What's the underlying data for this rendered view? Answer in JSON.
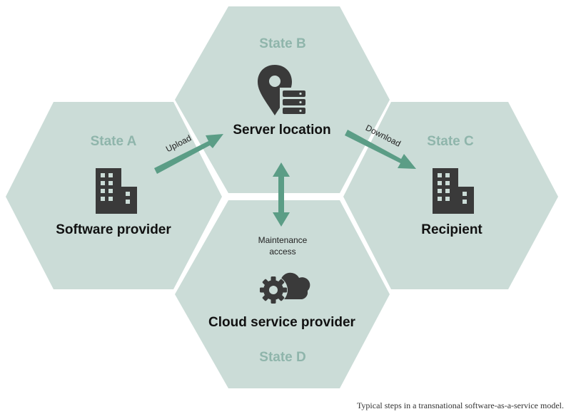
{
  "nodes": {
    "state_a": {
      "state": "State A",
      "label": "Software provider"
    },
    "state_b": {
      "state": "State B",
      "label": "Server location"
    },
    "state_c": {
      "state": "State C",
      "label": "Recipient"
    },
    "state_d": {
      "state": "State D",
      "label": "Cloud service provider"
    }
  },
  "arrows": {
    "upload": "Upload",
    "download": "Download",
    "maintenance_line1": "Maintenance",
    "maintenance_line2": "access"
  },
  "icons": {
    "state_a": "office-building-icon",
    "state_b": "location-server-icon",
    "state_c": "office-building-icon",
    "state_d": "gear-cloud-icon"
  },
  "caption": "Typical steps in a transnational software-as-a-service model.",
  "colors": {
    "hex_fill": "#cbdcd7",
    "state_label": "#8fb5ab",
    "arrow": "#5b9d86",
    "icon": "#3a3a3a"
  }
}
